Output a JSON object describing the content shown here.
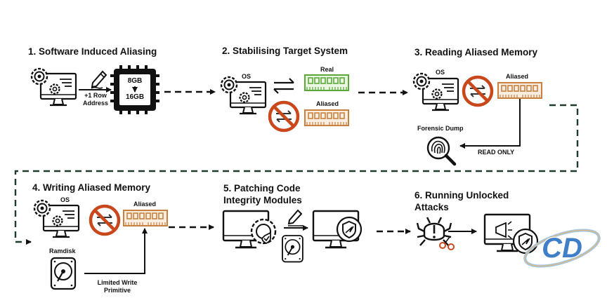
{
  "steps": [
    {
      "title": "1. Software Induced Aliasing",
      "row_note_line1": "+1 Row",
      "row_note_line2": "Address",
      "chip_top": "8GB",
      "chip_bottom": "16GB"
    },
    {
      "title": "2. Stabilising Target System",
      "os_label": "OS",
      "real_label": "Real",
      "aliased_label": "Aliased"
    },
    {
      "title": "3. Reading Aliased Memory",
      "os_label": "OS",
      "aliased_label": "Aliased",
      "dump_label": "Forensic Dump",
      "access_label": "READ ONLY"
    },
    {
      "title": "4. Writing Aliased Memory",
      "os_label": "OS",
      "aliased_label": "Aliased",
      "ramdisk_label": "Ramdisk",
      "write_line1": "Limited Write",
      "write_line2": "Primitive"
    },
    {
      "title_line1": "5. Patching Code",
      "title_line2": "Integrity Modules"
    },
    {
      "title_line1": "6. Running Unlocked",
      "title_line2": "Attacks"
    }
  ],
  "watermark": "CD",
  "colors": {
    "real_ram": "#5aa83a",
    "aliased_ram": "#c8803f",
    "no_sign": "#c8481b",
    "line": "#111111",
    "dashed": "#1f3b2a"
  }
}
